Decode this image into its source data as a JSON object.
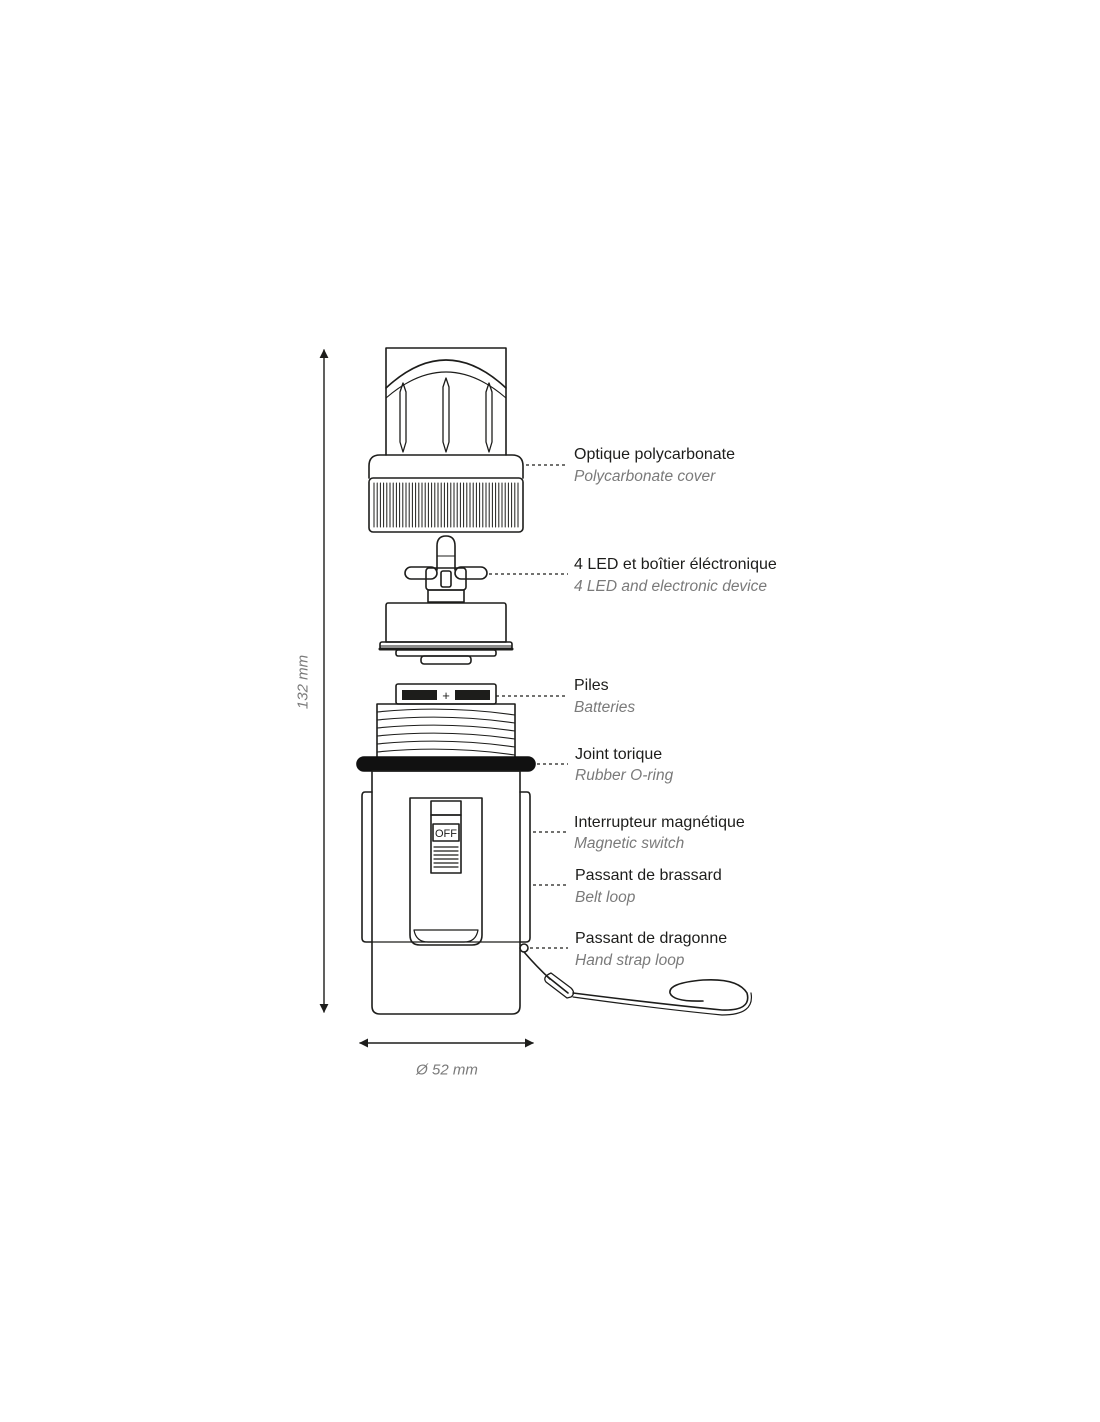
{
  "parts": [
    {
      "fr": "Optique polycarbonate",
      "en": "Polycarbonate cover"
    },
    {
      "fr": "4 LED et boîtier éléctronique",
      "en": "4 LED and electronic device"
    },
    {
      "fr": "Piles",
      "en": "Batteries"
    },
    {
      "fr": "Joint torique",
      "en": "Rubber O-ring"
    },
    {
      "fr": "Interrupteur magnétique",
      "en": "Magnetic switch"
    },
    {
      "fr": "Passant de brassard",
      "en": "Belt loop"
    },
    {
      "fr": "Passant de dragonne",
      "en": "Hand strap loop"
    }
  ],
  "dimensions": {
    "height": "132 mm",
    "diameter": "Ø 52 mm"
  },
  "switch_label": "OFF",
  "battery_polarity": "+",
  "colors": {
    "line": "#1d1d1b",
    "secondary_text": "#7a7a7a",
    "o_ring": "#111111"
  }
}
